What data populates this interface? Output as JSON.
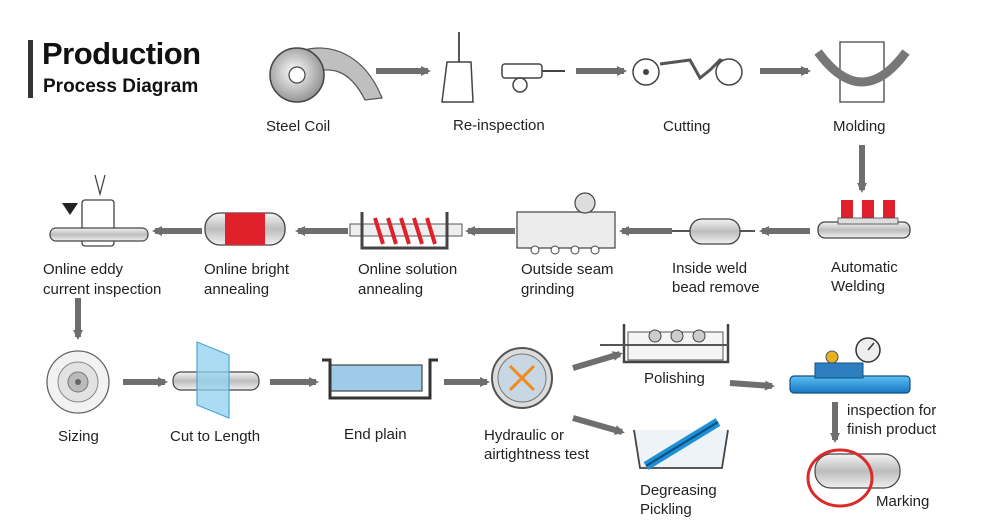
{
  "title": {
    "main": "Production",
    "sub": "Process Diagram"
  },
  "steps": {
    "steel_coil": "Steel Coil",
    "reinspection": "Re-inspection",
    "cutting": "Cutting",
    "molding": "Molding",
    "automatic_welding_1": "Automatic",
    "automatic_welding_2": "Welding",
    "inside_weld_1": "Inside weld",
    "inside_weld_2": "bead remove",
    "outside_seam_1": "Outside seam",
    "outside_seam_2": "grinding",
    "solution_annealing_1": "Online solution",
    "solution_annealing_2": "annealing",
    "bright_annealing_1": "Online bright",
    "bright_annealing_2": "annealing",
    "eddy_current_1": "Online eddy",
    "eddy_current_2": "current inspection",
    "sizing": "Sizing",
    "cut_to_length": "Cut to Length",
    "end_plain": "End plain",
    "hydraulic_1": "Hydraulic or",
    "hydraulic_2": "airtightness test",
    "polishing": "Polishing",
    "degreasing_1": "Degreasing",
    "degreasing_2": "Pickling",
    "inspection_finish_1": "inspection for",
    "inspection_finish_2": "finish product",
    "marking": "Marking"
  },
  "colors": {
    "arrow": "#6e6e6e",
    "heater_red": "#e0202a",
    "finish_blue": "#1f8fd6"
  }
}
